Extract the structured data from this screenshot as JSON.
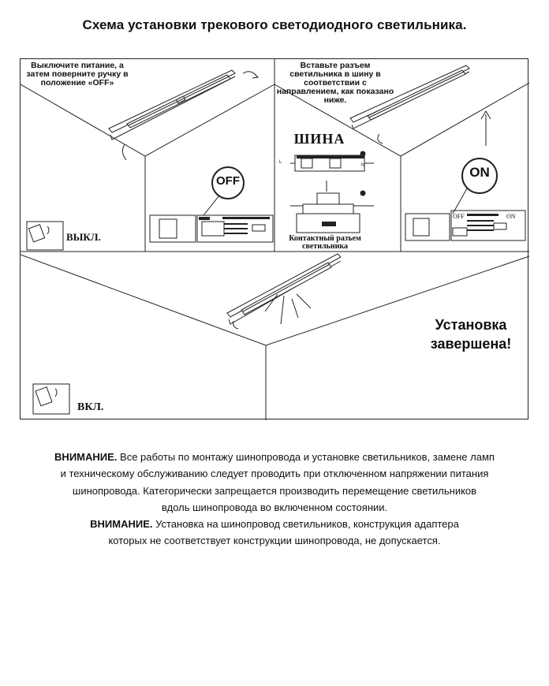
{
  "title": "Схема установки трекового светодиодного светильника.",
  "steps": {
    "step1_instruction": "Выключите питание, а затем поверните ручку в положение «OFF»",
    "step1_switch_label": "ВЫКЛ.",
    "step1_badge": "OFF",
    "step2_instruction": "Вставьте разъем светильника в шину в соответствии с направлением, как показано ниже.",
    "step2_badge": "ON",
    "rail_label": "ШИНА",
    "connector_label_1": "Контактный разъем",
    "connector_label_2": "светильника",
    "step3_switch_label": "ВКЛ.",
    "done_line_1": "Установка",
    "done_line_2": "завершена!",
    "mark_on": "ON",
    "mark_off": "OFF",
    "mark_l": "L",
    "mark_n": "N"
  },
  "notes": {
    "warn1_label": "ВНИМАНИЕ.",
    "warn1_line1": " Все работы по монтажу шинопровода и установке светильников, замене ламп",
    "warn1_line2": "и техническому обслуживанию следует проводить при отключенном напряжении питания",
    "warn1_line3": "шинопровода. Категорически запрещается производить перемещение светильников",
    "warn1_line4": "вдоль шинопровода во включенном состоянии.",
    "warn2_label": "ВНИМАНИЕ.",
    "warn2_line1": " Установка на шинопровод светильников, конструкция адаптера",
    "warn2_line2": "которых не соответствует конструкции шинопровода, не допускается."
  }
}
